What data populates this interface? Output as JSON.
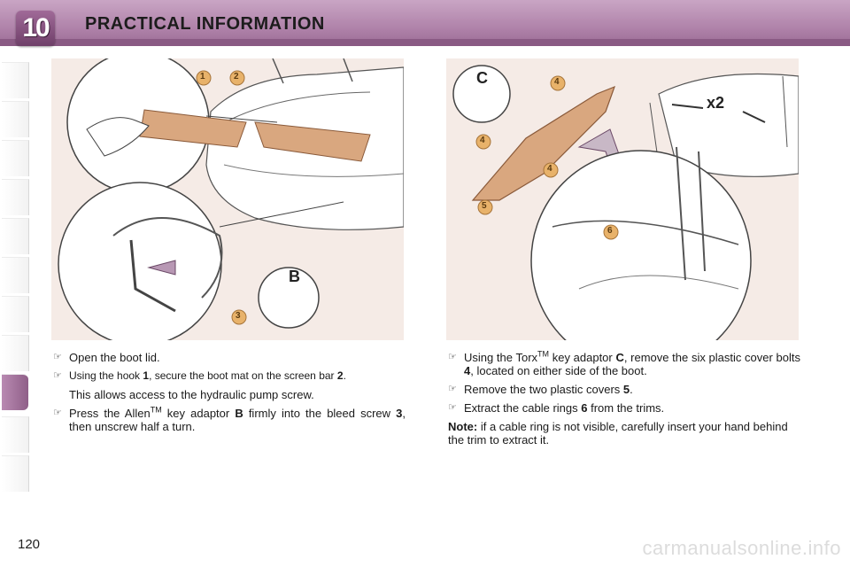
{
  "header": {
    "chapter": "10",
    "title": "PRACTICAL INFORMATION"
  },
  "left": {
    "callouts": [
      "1",
      "2",
      "3"
    ],
    "key_label": "B",
    "bullets": [
      {
        "text": "Open the boot lid."
      },
      {
        "pre": "Using the hook ",
        "b1": "1",
        "mid": ", secure the boot mat on the screen bar ",
        "b2": "2",
        "post": "."
      }
    ],
    "indent_text": "This allows access to the hydraulic pump screw.",
    "allen": {
      "pre": "Press the Allen",
      "tm": "TM",
      "mid1": " key adaptor ",
      "b1": "B",
      "mid2": " firmly into the bleed screw ",
      "b2": "3",
      "post": ", then unscrew half a turn."
    }
  },
  "right": {
    "callouts": [
      "4",
      "4",
      "4",
      "5",
      "6"
    ],
    "key_label": "C",
    "x2_label": "x2",
    "torx": {
      "pre": "Using the Torx",
      "tm": "TM",
      "mid1": " key adaptor ",
      "b1": "C",
      "mid2": ", remove the six plastic cover bolts ",
      "b2": "4",
      "post": ", located on either side of the boot."
    },
    "covers": {
      "pre": "Remove the two plastic covers ",
      "b1": "5",
      "post": "."
    },
    "rings": {
      "pre": "Extract the cable rings ",
      "b1": "6",
      "post": " from the trims."
    },
    "note": {
      "label": "Note:",
      "text": " if a cable ring is not visible, carefully insert your hand behind the trim to extract it."
    }
  },
  "bullet_icon": "pointing-hand-icon",
  "page_number": "120",
  "footer": "carmanualsonline.info"
}
